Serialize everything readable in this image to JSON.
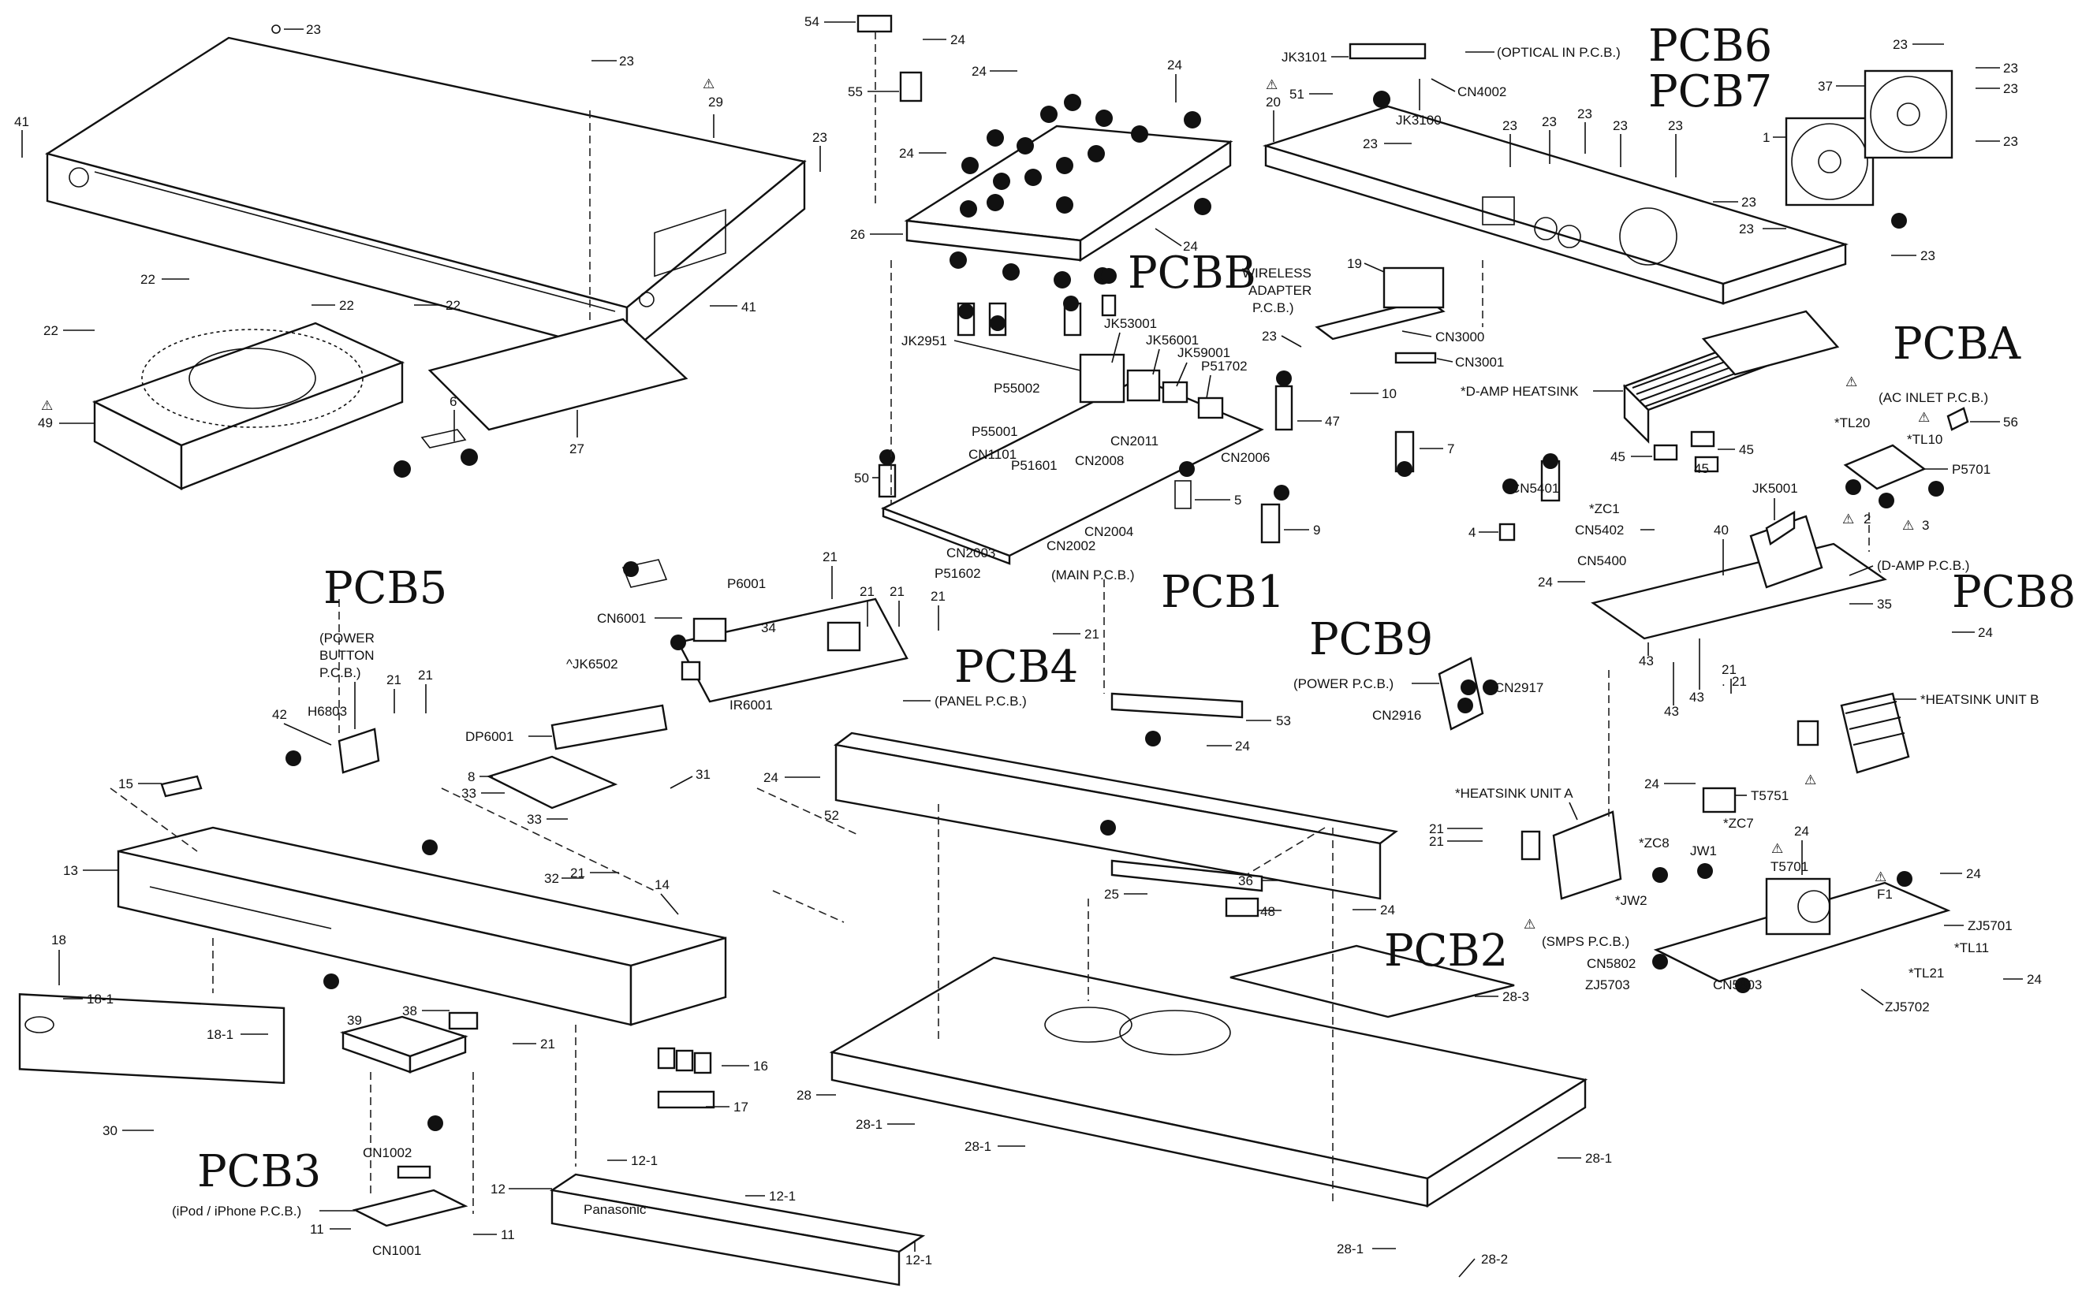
{
  "labels": {
    "l23a": "23",
    "l23b": "23",
    "l29": "29",
    "l41a": "41",
    "l23c": "23",
    "l41b": "41",
    "l22a": "22",
    "l22b": "22",
    "l22c": "22",
    "l22d": "22",
    "l49": "49",
    "l6": "6",
    "l27": "27",
    "l54": "54",
    "l24a": "24",
    "l55": "55",
    "l24b": "24",
    "l24c": "24",
    "l24d": "24",
    "l26": "26",
    "l24e": "24",
    "jk3101": "JK3101",
    "optical": "(OPTICAL IN P.C.B.)",
    "cn4002": "CN4002",
    "l51": "51",
    "jk3100": "JK3100",
    "l20": "20",
    "l23d": "23",
    "l23e": "23",
    "l23f": "23",
    "l23g": "23",
    "l23h": "23",
    "l23i": "23",
    "l23j": "23",
    "l23k": "23",
    "l23l": "23",
    "l23m": "23",
    "l23n": "23",
    "l23o": "23",
    "l23p": "23",
    "l37": "37",
    "l1": "1",
    "wireless": "WIRELESS",
    "adapter": "ADAPTER",
    "adapter_pcb": "P.C.B.)",
    "l19": "19",
    "cn3000": "CN3000",
    "cn3001": "CN3001",
    "l23q": "23",
    "l10": "10",
    "l47": "47",
    "l7": "7",
    "jk2951": "JK2951",
    "jk53001": "JK53001",
    "jk56001": "JK56001",
    "jk59001": "JK59001",
    "p51702": "P51702",
    "p55002": "P55002",
    "p55001": "P55001",
    "cn1101": "CN1101",
    "cn2011": "CN2011",
    "cn2008": "CN2008",
    "cn2006": "CN2006",
    "p51601": "P51601",
    "l50": "50",
    "l5": "5",
    "cn2004": "CN2004",
    "cn2003": "CN2003",
    "cn2002": "CN2002",
    "p51602": "P51602",
    "main_pcb": "(MAIN P.C.B.)",
    "l9": "9",
    "damp_heatsink": "*D-AMP HEATSINK",
    "ac_inlet": "(AC INLET P.C.B.)",
    "tl20": "*TL20",
    "tl10": "*TL10",
    "l56": "56",
    "p5701": "P5701",
    "l45a": "45",
    "l45b": "45",
    "l45c": "45",
    "l2": "2",
    "l3": "3",
    "cn5401": "CN5401",
    "jk5001": "JK5001",
    "zc1": "*ZC1",
    "cn5402": "CN5402",
    "l40": "40",
    "l4": "4",
    "cn5400": "CN5400",
    "l24f": "24",
    "damp_pcb": "(D-AMP P.C.B.)",
    "l35": "35",
    "l24g": "24",
    "l43a": "43",
    "l43b": "43",
    "l43c": "43",
    "p6001": "P6001",
    "l34": "34",
    "cn6001": "CN6001",
    "l21a": "21",
    "l21b": "21",
    "l21c": "21",
    "l21d": "21",
    "l21e": "21",
    "jk6502": "^JK6502",
    "ir6001": "IR6001",
    "panel_pcb": "(PANEL P.C.B.)",
    "power_btn1": "(POWER",
    "power_btn2": "BUTTON",
    "power_btn3": "P.C.B.)",
    "h6803": "H6803",
    "l21f": "21",
    "l21g": "21",
    "l42": "42",
    "dp6001": "DP6001",
    "l8": "8",
    "l33a": "33",
    "l33b": "33",
    "l31": "31",
    "l15": "15",
    "l24h": "24",
    "l52": "52",
    "l53": "53",
    "l24i": "24",
    "power_pcb": "(POWER P.C.B.)",
    "cn2917": "CN2917",
    "cn2916": "CN2916",
    "l21h": "21",
    "heatsink_b": "*HEATSINK UNIT B",
    "t5751": "T5751",
    "l24j": "24",
    "zc7": "*ZC7",
    "heatsink_a": "*HEATSINK UNIT A",
    "l21i": "21",
    "l21j": "21",
    "zc8": "*ZC8",
    "jw1": "JW1",
    "l24k": "24",
    "t5701": "T5701",
    "l24l": "24",
    "f1": "F1",
    "jw2": "*JW2",
    "smps_pcb": "(SMPS P.C.B.)",
    "cn5802": "CN5802",
    "zj5703": "ZJ5703",
    "cn5803": "CN5803",
    "zj5701": "ZJ5701",
    "tl11": "*TL11",
    "tl21": "*TL21",
    "zj5702": "ZJ5702",
    "l24m": "24",
    "l13": "13",
    "l21k": "21",
    "l32": "32",
    "l14": "14",
    "l36": "36",
    "l25": "25",
    "l48": "48",
    "l24n": "24",
    "l18": "18",
    "l18_1a": "18-1",
    "l18_1b": "18-1",
    "l30": "30",
    "l39": "39",
    "l38": "38",
    "l21l": "21",
    "l16": "16",
    "l17": "17",
    "cn1002": "CN1002",
    "ipod_pcb": "(iPod / iPhone P.C.B.)",
    "l11a": "11",
    "cn1001": "CN1001",
    "l11b": "11",
    "l12": "12",
    "l12_1a": "12-1",
    "l12_1b": "12-1",
    "l12_1c": "12-1",
    "l28": "28",
    "l28_1a": "28-1",
    "l28_1b": "28-1",
    "l28_1c": "28-1",
    "l28_1d": "28-1",
    "l28_2": "28-2",
    "l28_3": "28-3"
  },
  "handwritten": {
    "pcb6": "PCB6",
    "pcb7": "PCB7",
    "pcbb": "PCBB",
    "pcba": "PCBA",
    "pcb5": "PCB5",
    "pcb1": "PCB1",
    "pcb4": "PCB4",
    "pcb9": "PCB9",
    "pcb8": "PCB8",
    "pcb2": "PCB2",
    "pcb3": "PCB3"
  },
  "brand_text": "Panasonic"
}
